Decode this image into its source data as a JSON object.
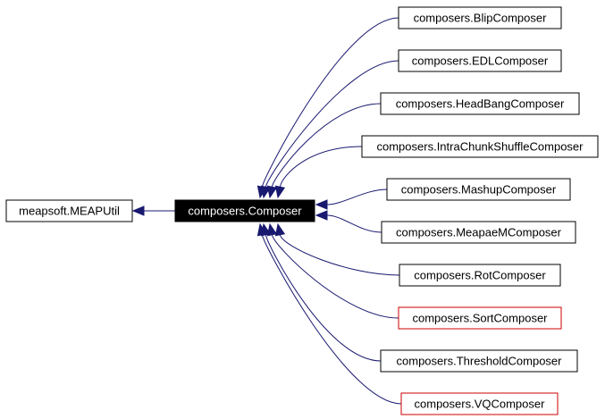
{
  "diagram": {
    "colors": {
      "edge": "#191970",
      "box_border": "#000000",
      "missing_border": "#cc0000",
      "focus_fill": "#000000",
      "focus_text": "#ffffff"
    },
    "base_class": {
      "label": "meapsoft.MEAPUtil"
    },
    "focus_class": {
      "label": "composers.Composer"
    },
    "subclasses": [
      {
        "label": "composers.BlipComposer",
        "documented": true
      },
      {
        "label": "composers.EDLComposer",
        "documented": true
      },
      {
        "label": "composers.HeadBangComposer",
        "documented": true
      },
      {
        "label": "composers.IntraChunkShuffleComposer",
        "documented": true
      },
      {
        "label": "composers.MashupComposer",
        "documented": true
      },
      {
        "label": "composers.MeapaeMComposer",
        "documented": true
      },
      {
        "label": "composers.RotComposer",
        "documented": true
      },
      {
        "label": "composers.SortComposer",
        "documented": false
      },
      {
        "label": "composers.ThresholdComposer",
        "documented": true
      },
      {
        "label": "composers.VQComposer",
        "documented": false
      }
    ]
  }
}
